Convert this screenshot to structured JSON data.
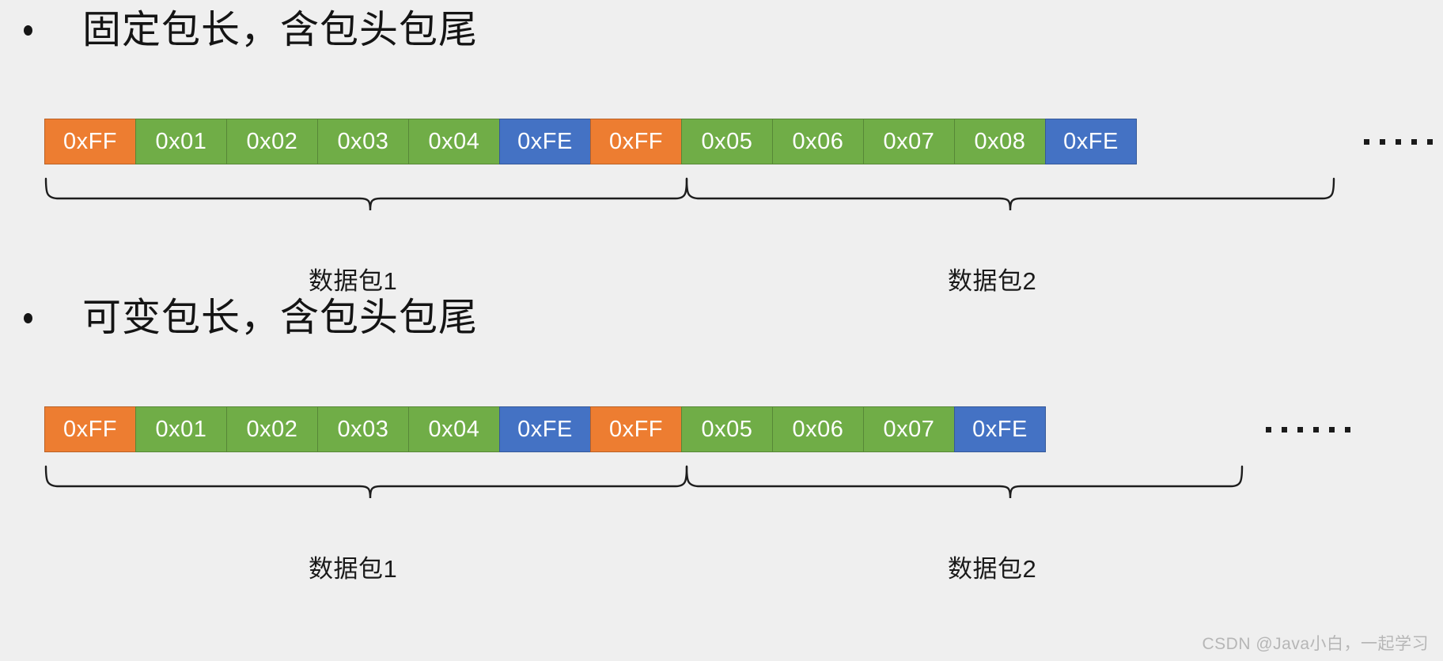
{
  "background_color": "#efefef",
  "colors": {
    "header_block": "#ed7d31",
    "data_block": "#70ad47",
    "tail_block": "#4472c4",
    "text_on_block": "#ffffff",
    "heading_text": "#141414",
    "watermark_text": "#b6b6b6"
  },
  "sections": [
    {
      "heading": "固定包长，含包头包尾",
      "bullet_glyph": "•",
      "ellipsis": "······",
      "cells": [
        {
          "value": "0xFF",
          "role": "header"
        },
        {
          "value": "0x01",
          "role": "data"
        },
        {
          "value": "0x02",
          "role": "data"
        },
        {
          "value": "0x03",
          "role": "data"
        },
        {
          "value": "0x04",
          "role": "data"
        },
        {
          "value": "0xFE",
          "role": "tail"
        },
        {
          "value": "0xFF",
          "role": "header"
        },
        {
          "value": "0x05",
          "role": "data"
        },
        {
          "value": "0x06",
          "role": "data"
        },
        {
          "value": "0x07",
          "role": "data"
        },
        {
          "value": "0x08",
          "role": "data"
        },
        {
          "value": "0xFE",
          "role": "tail"
        }
      ],
      "packet_labels": [
        "数据包1",
        "数据包2"
      ]
    },
    {
      "heading": "可变包长，含包头包尾",
      "bullet_glyph": "•",
      "ellipsis": "······",
      "cells": [
        {
          "value": "0xFF",
          "role": "header"
        },
        {
          "value": "0x01",
          "role": "data"
        },
        {
          "value": "0x02",
          "role": "data"
        },
        {
          "value": "0x03",
          "role": "data"
        },
        {
          "value": "0x04",
          "role": "data"
        },
        {
          "value": "0xFE",
          "role": "tail"
        },
        {
          "value": "0xFF",
          "role": "header"
        },
        {
          "value": "0x05",
          "role": "data"
        },
        {
          "value": "0x06",
          "role": "data"
        },
        {
          "value": "0x07",
          "role": "data"
        },
        {
          "value": "0xFE",
          "role": "tail"
        }
      ],
      "packet_labels": [
        "数据包1",
        "数据包2"
      ]
    }
  ],
  "watermark": "CSDN @Java小白，一起学习"
}
